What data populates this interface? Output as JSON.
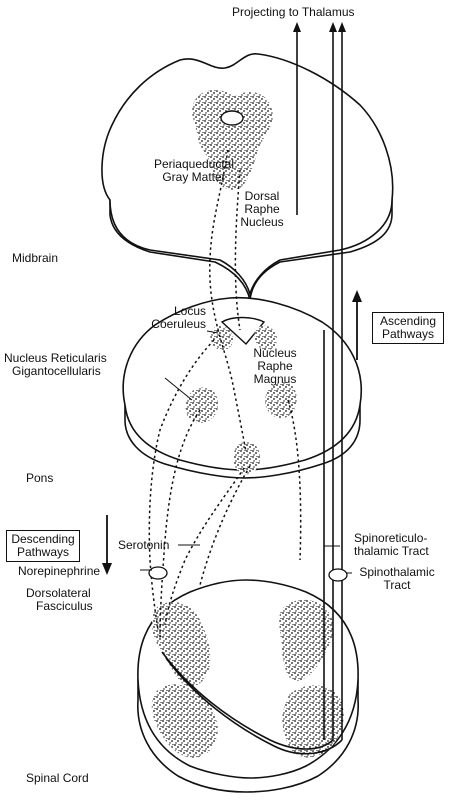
{
  "labels": {
    "projecting": "Projecting to Thalamus",
    "pag_1": "Periaqueductal",
    "pag_2": "Gray Matter",
    "drn_1": "Dorsal",
    "drn_2": "Raphe",
    "drn_3": "Nucleus",
    "midbrain": "Midbrain",
    "lc_1": "Locus",
    "lc_2": "Coeruleus",
    "nrg_1": "Nucleus Reticularis",
    "nrg_2": "Gigantocellularis",
    "nrm_1": "Nucleus",
    "nrm_2": "Raphe",
    "nrm_3": "Magnus",
    "pons": "Pons",
    "serotonin": "Serotonin",
    "norepinephrine": "Norepinephrine",
    "dlf_1": "Dorsolateral",
    "dlf_2": "Fasciculus",
    "srt_1": "Spinoreticulo-",
    "srt_2": "thalamic Tract",
    "stt_1": "Spinothalamic",
    "stt_2": "Tract",
    "spinal_cord": "Spinal Cord"
  },
  "boxes": {
    "ascending_1": "Ascending",
    "ascending_2": "Pathways",
    "descending_1": "Descending",
    "descending_2": "Pathways"
  }
}
